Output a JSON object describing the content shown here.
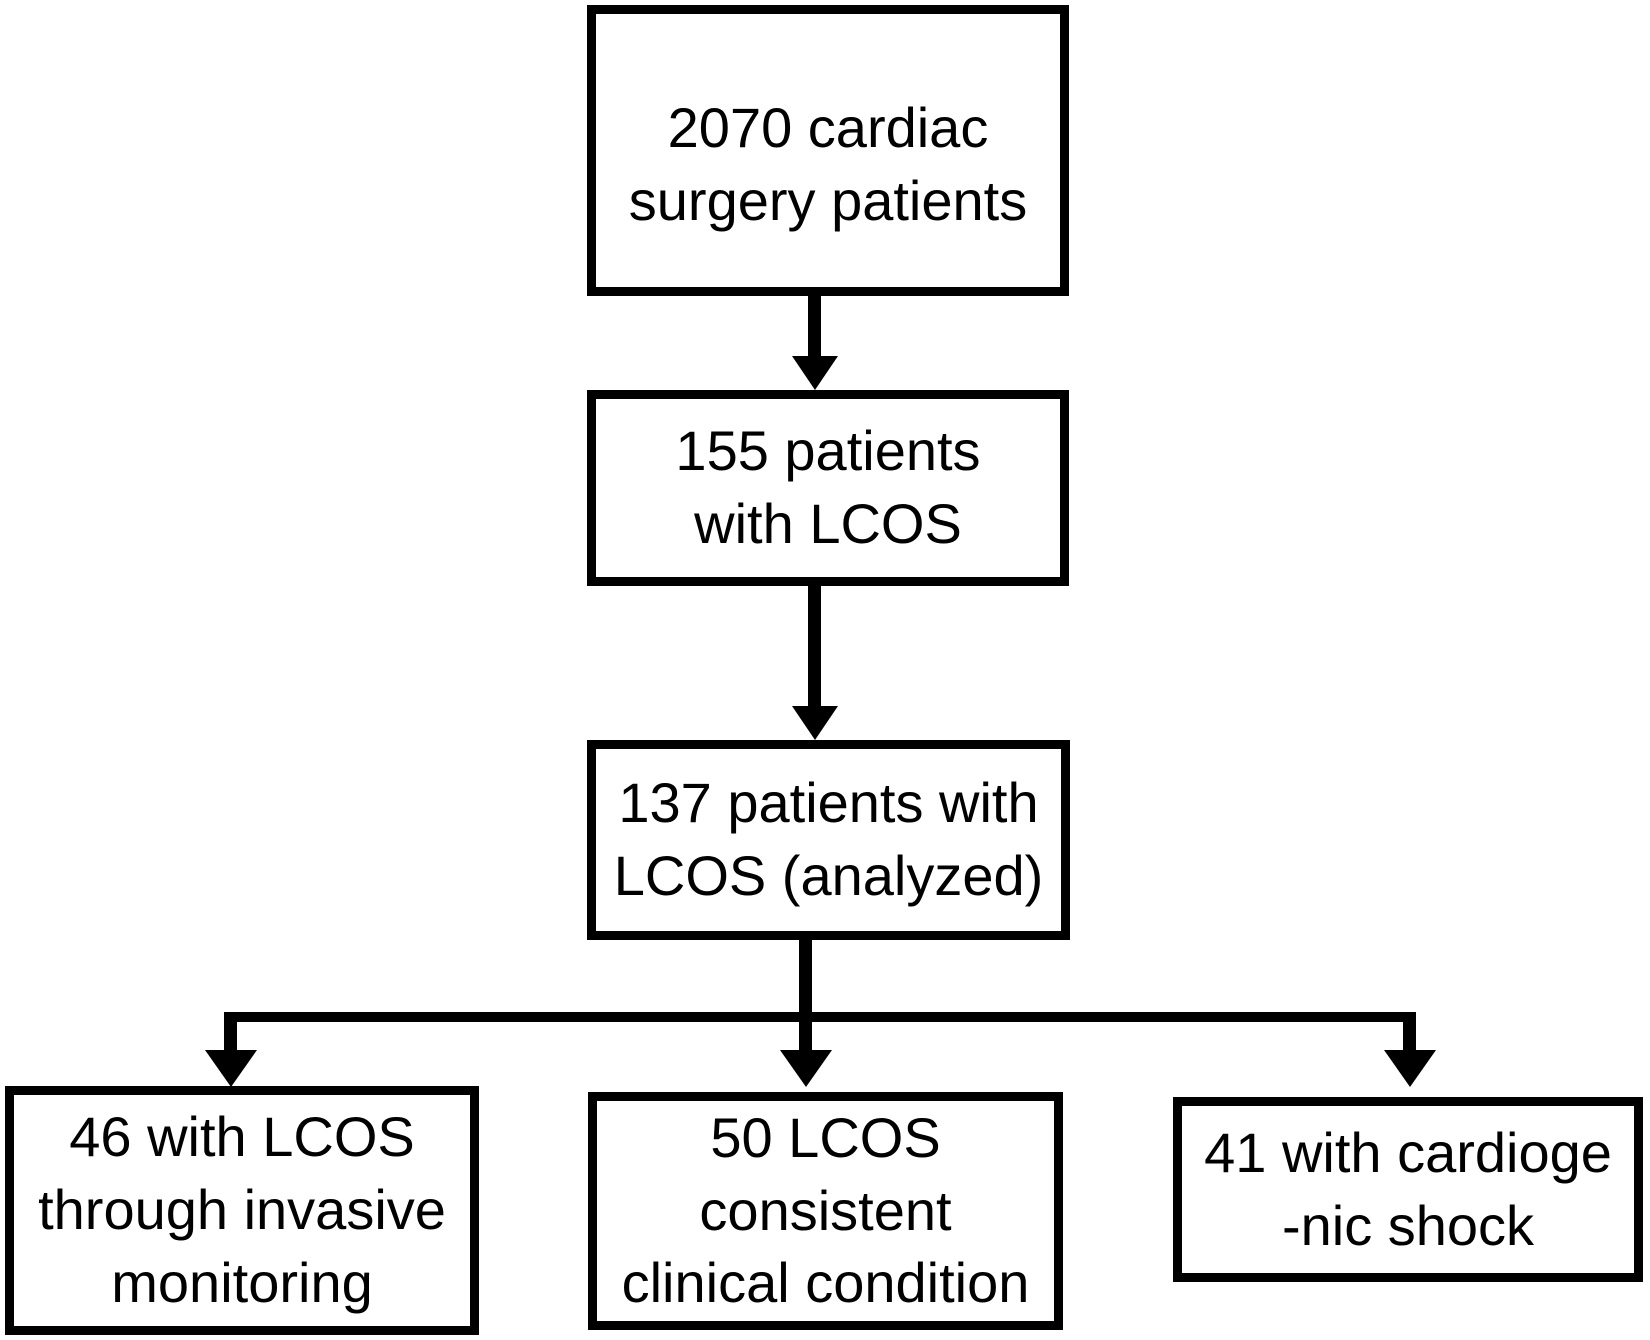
{
  "diagram": {
    "type": "flowchart",
    "colors": {
      "ink": "#000000",
      "background": "#ffffff"
    },
    "nodes": [
      {
        "id": "total",
        "label": "2070 cardiac\nsurgery patients"
      },
      {
        "id": "lcos",
        "label": "155 patients\nwith LCOS"
      },
      {
        "id": "analyzed",
        "label": "137 patients with\nLCOS (analyzed)"
      },
      {
        "id": "invasive",
        "label": "46 with LCOS\nthrough invasive\nmonitoring"
      },
      {
        "id": "clinical",
        "label": "50 LCOS\nconsistent\nclinical condition"
      },
      {
        "id": "shock",
        "label": "41 with cardioge\n-nic shock"
      }
    ],
    "edges": [
      {
        "from": "total",
        "to": "lcos"
      },
      {
        "from": "lcos",
        "to": "analyzed"
      },
      {
        "from": "analyzed",
        "to": "invasive"
      },
      {
        "from": "analyzed",
        "to": "clinical"
      },
      {
        "from": "analyzed",
        "to": "shock"
      }
    ]
  }
}
